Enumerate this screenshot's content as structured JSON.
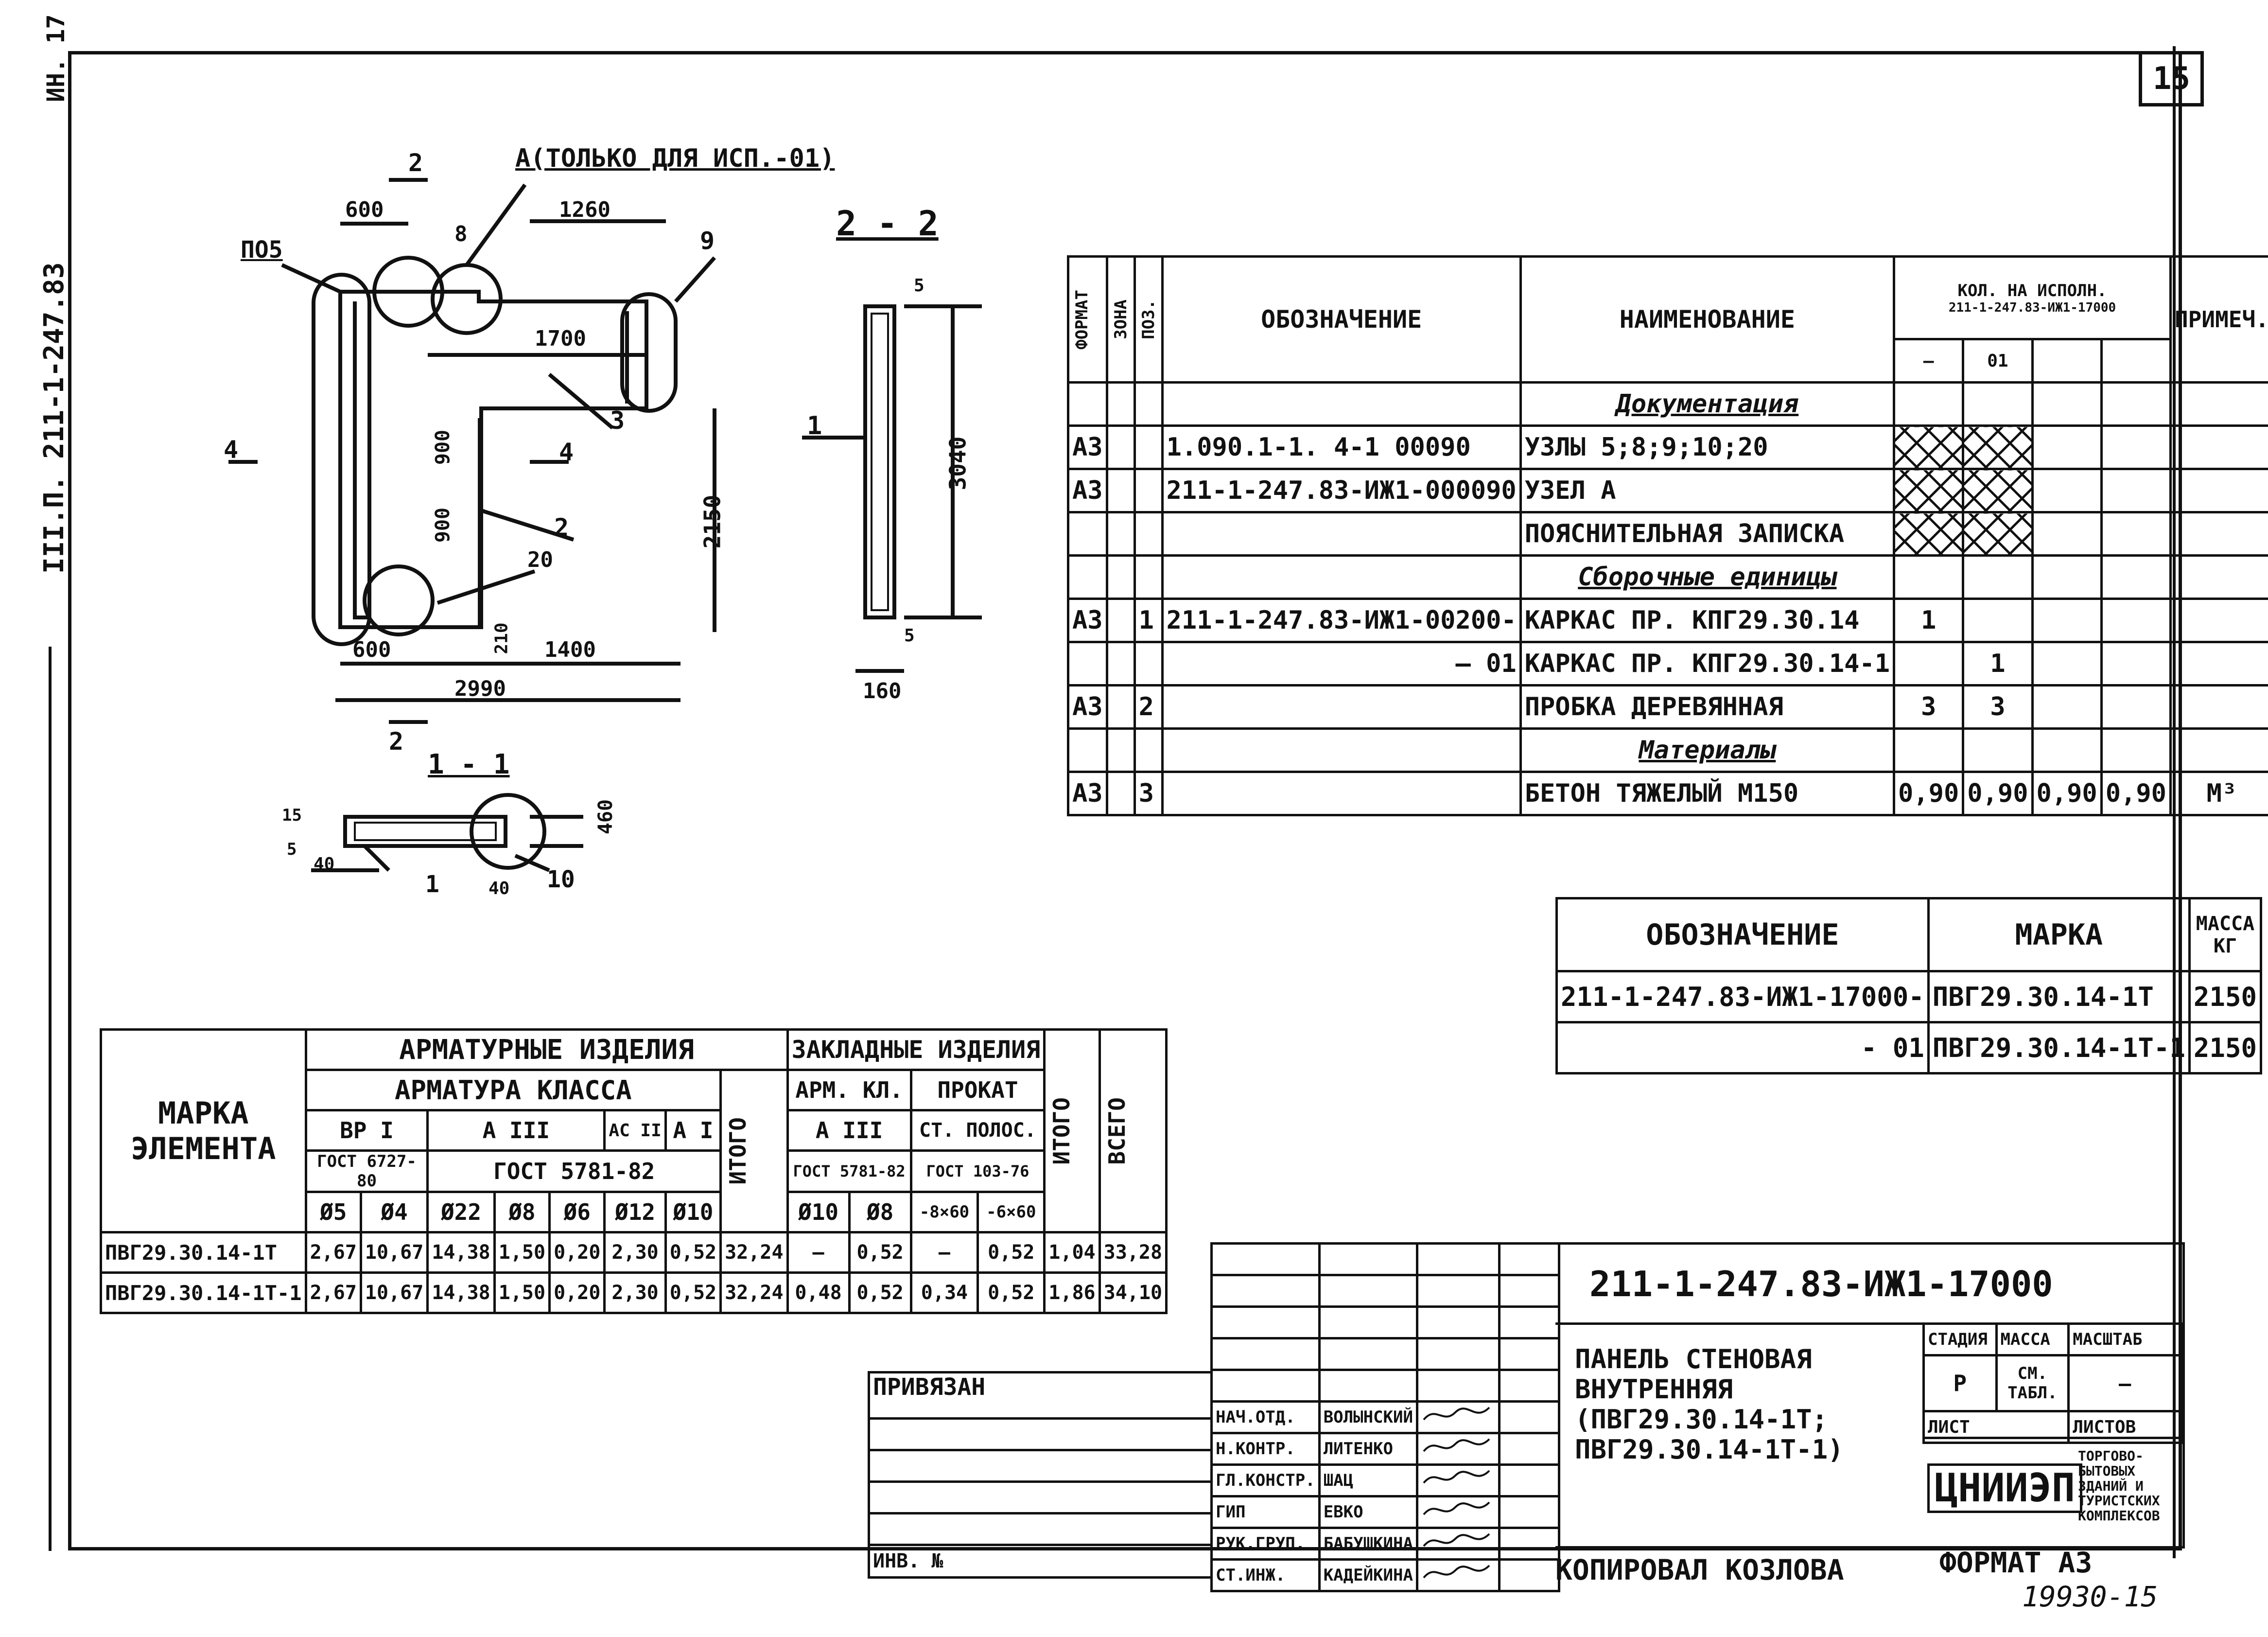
{
  "sheet": {
    "page_number": "15",
    "side_code_top": "ИН. 17",
    "side_code": "III.П. 211-1-247.83",
    "copied_by": "КОПИРОВАЛ   КОЗЛОВА",
    "format": "ФОРМАТ  А3",
    "archive_no": "19930-15"
  },
  "drawing": {
    "section_2_2": "2 - 2",
    "section_1_1": "1 - 1",
    "callout_a": "А(ТОЛЬКО ДЛЯ ИСП.-01)",
    "label_po5": "ПО5",
    "marks": {
      "m2_top": "2",
      "m2_bottom": "2",
      "m4_left": "4",
      "m4_mid": "4"
    },
    "dims": {
      "d600_top": "600",
      "d1260": "1260",
      "d1700": "1700",
      "d900a": "900",
      "d900b": "900",
      "d2150": "2150",
      "d600_bot": "600",
      "d1400": "1400",
      "d2990": "2990",
      "d210": "210",
      "d3040": "3040",
      "d5_top": "5",
      "d5_bot": "5",
      "d160": "160",
      "d460": "460",
      "d5s": "5",
      "d40a": "40",
      "d40b": "40",
      "d15": "15"
    },
    "pos": {
      "p8": "8",
      "p9": "9",
      "p3": "3",
      "p1_22": "1",
      "p2": "2",
      "p20": "20",
      "p1_11": "1",
      "p10": "10"
    }
  },
  "spec": {
    "headers": {
      "format": "ФОРМАТ",
      "zone": "ЗОНА",
      "pos": "ПОЗ.",
      "designation": "ОБОЗНАЧЕНИЕ",
      "name": "НАИМЕНОВАНИЕ",
      "qty": "КОЛ. НА ИСПОЛН.",
      "qty_sub": "211-1-247.83-ИЖ1-17000",
      "qty_a": "—",
      "qty_b": "01",
      "note": "ПРИМЕЧ."
    },
    "rows": [
      {
        "format": "",
        "pos": "",
        "designation": "",
        "name": "Документация",
        "section": true,
        "q1": "",
        "q2": "",
        "q3": "",
        "q4": "",
        "note": ""
      },
      {
        "format": "А3",
        "pos": "",
        "designation": "1.090.1-1. 4-1  00090",
        "name": "УЗЛЫ 5;8;9;10;20",
        "hatch": true,
        "q3": "",
        "q4": "",
        "note": ""
      },
      {
        "format": "А3",
        "pos": "",
        "designation": "211-1-247.83-ИЖ1-000090",
        "name": "УЗЕЛ  А",
        "hatch": true,
        "q3": "",
        "q4": "",
        "note": ""
      },
      {
        "format": "",
        "pos": "",
        "designation": "",
        "name": "ПОЯСНИТЕЛЬНАЯ ЗАПИСКА",
        "hatch": true,
        "q3": "",
        "q4": "",
        "note": ""
      },
      {
        "format": "",
        "pos": "",
        "designation": "",
        "name": "Сборочные единицы",
        "section": true,
        "q1": "",
        "q2": "",
        "q3": "",
        "q4": "",
        "note": ""
      },
      {
        "format": "А3",
        "pos": "1",
        "designation": "211-1-247.83-ИЖ1-00200-",
        "name": "КАРКАС ПР. КПГ29.30.14",
        "q1": "1",
        "q2": "",
        "q3": "",
        "q4": "",
        "note": ""
      },
      {
        "format": "",
        "pos": "",
        "designation": "— 01",
        "name": "КАРКАС ПР. КПГ29.30.14-1",
        "q1": "",
        "q2": "1",
        "q3": "",
        "q4": "",
        "note": ""
      },
      {
        "format": "А3",
        "pos": "2",
        "designation": "",
        "name": "ПРОБКА ДЕРЕВЯННАЯ",
        "q1": "3",
        "q2": "3",
        "q3": "",
        "q4": "",
        "note": ""
      },
      {
        "format": "",
        "pos": "",
        "designation": "",
        "name": "Материалы",
        "section": true,
        "q1": "",
        "q2": "",
        "q3": "",
        "q4": "",
        "note": ""
      },
      {
        "format": "А3",
        "pos": "3",
        "designation": "",
        "name": "БЕТОН ТЯЖЕЛЫЙ М150",
        "q1": "0,90",
        "q2": "0,90",
        "q3": "0,90",
        "q4": "0,90",
        "note": "М³"
      }
    ]
  },
  "mass_table": {
    "headers": {
      "designation": "ОБОЗНАЧЕНИЕ",
      "mark": "МАРКА",
      "mass": "МАССА КГ"
    },
    "rows": [
      {
        "designation": "211-1-247.83-ИЖ1-17000-",
        "mark": "ПВГ29.30.14-1Т",
        "mass": "2150"
      },
      {
        "designation": "- 01",
        "mark": "ПВГ29.30.14-1Т-1",
        "mass": "2150"
      }
    ]
  },
  "rebar": {
    "h_element": "МАРКА ЭЛЕМЕНТА",
    "h_arm": "АРМАТУРНЫЕ  ИЗДЕЛИЯ",
    "h_zakl": "ЗАКЛАДНЫЕ ИЗДЕЛИЯ",
    "h_class": "АРМАТУРА  КЛАССА",
    "h_arm_kl": "АРМ. КЛ.",
    "h_prokat": "ПРОКАТ",
    "h_vr1": "ВР I",
    "h_a3": "А III",
    "h_ac2": "АС II",
    "h_a1": "А I",
    "h_a3b": "А III",
    "h_st": "СТ. ПОЛОС.",
    "h_gost1": "ГОСТ 6727-80",
    "h_gost2": "ГОСТ  5781-82",
    "h_gost3": "ГОСТ 5781-82",
    "h_gost4": "ГОСТ 103-76",
    "h_itogo1": "ИТОГО",
    "h_itogo2": "ИТОГО",
    "h_vsego": "ВСЕГО",
    "diams": [
      "Ø5",
      "Ø4",
      "Ø22",
      "Ø8",
      "Ø6",
      "Ø12",
      "Ø10",
      "Ø10",
      "Ø8",
      "-8×60",
      "-6×60"
    ],
    "rows": [
      {
        "mark": "ПВГ29.30.14-1Т",
        "v": [
          "2,67",
          "10,67",
          "14,38",
          "1,50",
          "0,20",
          "2,30",
          "0,52",
          "32,24",
          "—",
          "0,52",
          "—",
          "0,52",
          "1,04",
          "33,28"
        ]
      },
      {
        "mark": "ПВГ29.30.14-1Т-1",
        "v": [
          "2,67",
          "10,67",
          "14,38",
          "1,50",
          "0,20",
          "2,30",
          "0,52",
          "32,24",
          "0,48",
          "0,52",
          "0,34",
          "0,52",
          "1,86",
          "34,10"
        ]
      }
    ]
  },
  "title_block": {
    "code": "211-1-247.83-ИЖ1-17000",
    "name": "ПАНЕЛЬ СТЕНОВАЯ ВНУТРЕННЯЯ (ПВГ29.30.14-1Т; ПВГ29.30.14-1Т-1)",
    "stage_h": "СТАДИЯ",
    "mass_h": "МАССА",
    "scale_h": "МАСШТАБ",
    "stage": "Р",
    "mass": "СМ. ТАБЛ.",
    "scale": "—",
    "sheet_h": "ЛИСТ",
    "sheets_h": "ЛИСТОВ",
    "org": "ЦНИИЭП",
    "org_desc": "ТОРГОВО-БЫТОВЫХ ЗДАНИЙ И ТУРИСТСКИХ КОМПЛЕКСОВ",
    "privyazan": "ПРИВЯЗАН",
    "inv": "ИНВ. №",
    "signers": [
      {
        "role": "НАЧ.ОТД.",
        "name": "ВОЛЫНСКИЙ"
      },
      {
        "role": "Н.КОНТР.",
        "name": "ЛИТЕНКО"
      },
      {
        "role": "ГЛ.КОНСТР.",
        "name": "ШАЦ"
      },
      {
        "role": "ГИП",
        "name": "ЕВКО"
      },
      {
        "role": "РУК.ГРУП.",
        "name": "БАБУШКИНА"
      },
      {
        "role": "СТ.ИНЖ.",
        "name": "КАДЕЙКИНА"
      }
    ]
  }
}
